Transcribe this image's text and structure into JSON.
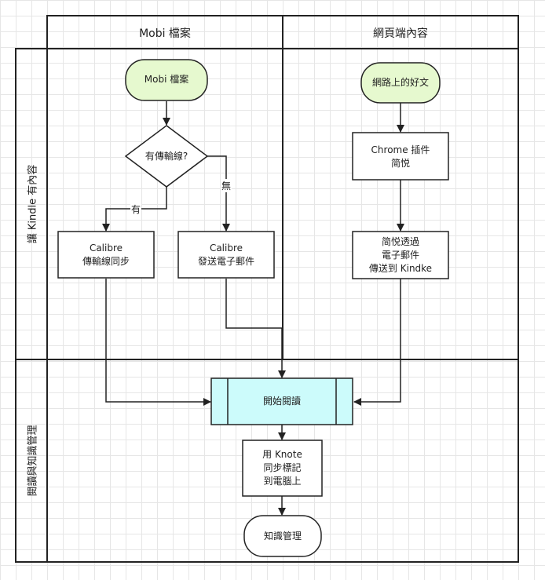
{
  "columns": {
    "col1": "Mobi 檔案",
    "col2": "網頁端內容"
  },
  "lanes": {
    "lane1": "讓 Kindle 有內容",
    "lane2": "閱讀與知識管理"
  },
  "nodes": {
    "mobi_start": "Mobi 檔案",
    "has_cable": "有傳輸線?",
    "calibre_sync": "Calibre\n傳輸線同步",
    "calibre_email": "Calibre\n發送電子郵件",
    "web_start": "網路上的好文",
    "chrome_plugin": "Chrome 插件\n简悦",
    "jianyue_send": "简悦透過\n電子郵件\n傳送到 Kindke",
    "start_reading": "開始閱讀",
    "knote_sync": "用 Knote\n同步標記\n到電腦上",
    "knowledge_mgmt": "知識管理"
  },
  "edges": {
    "yes": "有",
    "no": "無"
  },
  "colors": {
    "start_fill": "#e6f9cf",
    "process_fill": "#ccfbfb",
    "stroke": "#222222"
  }
}
